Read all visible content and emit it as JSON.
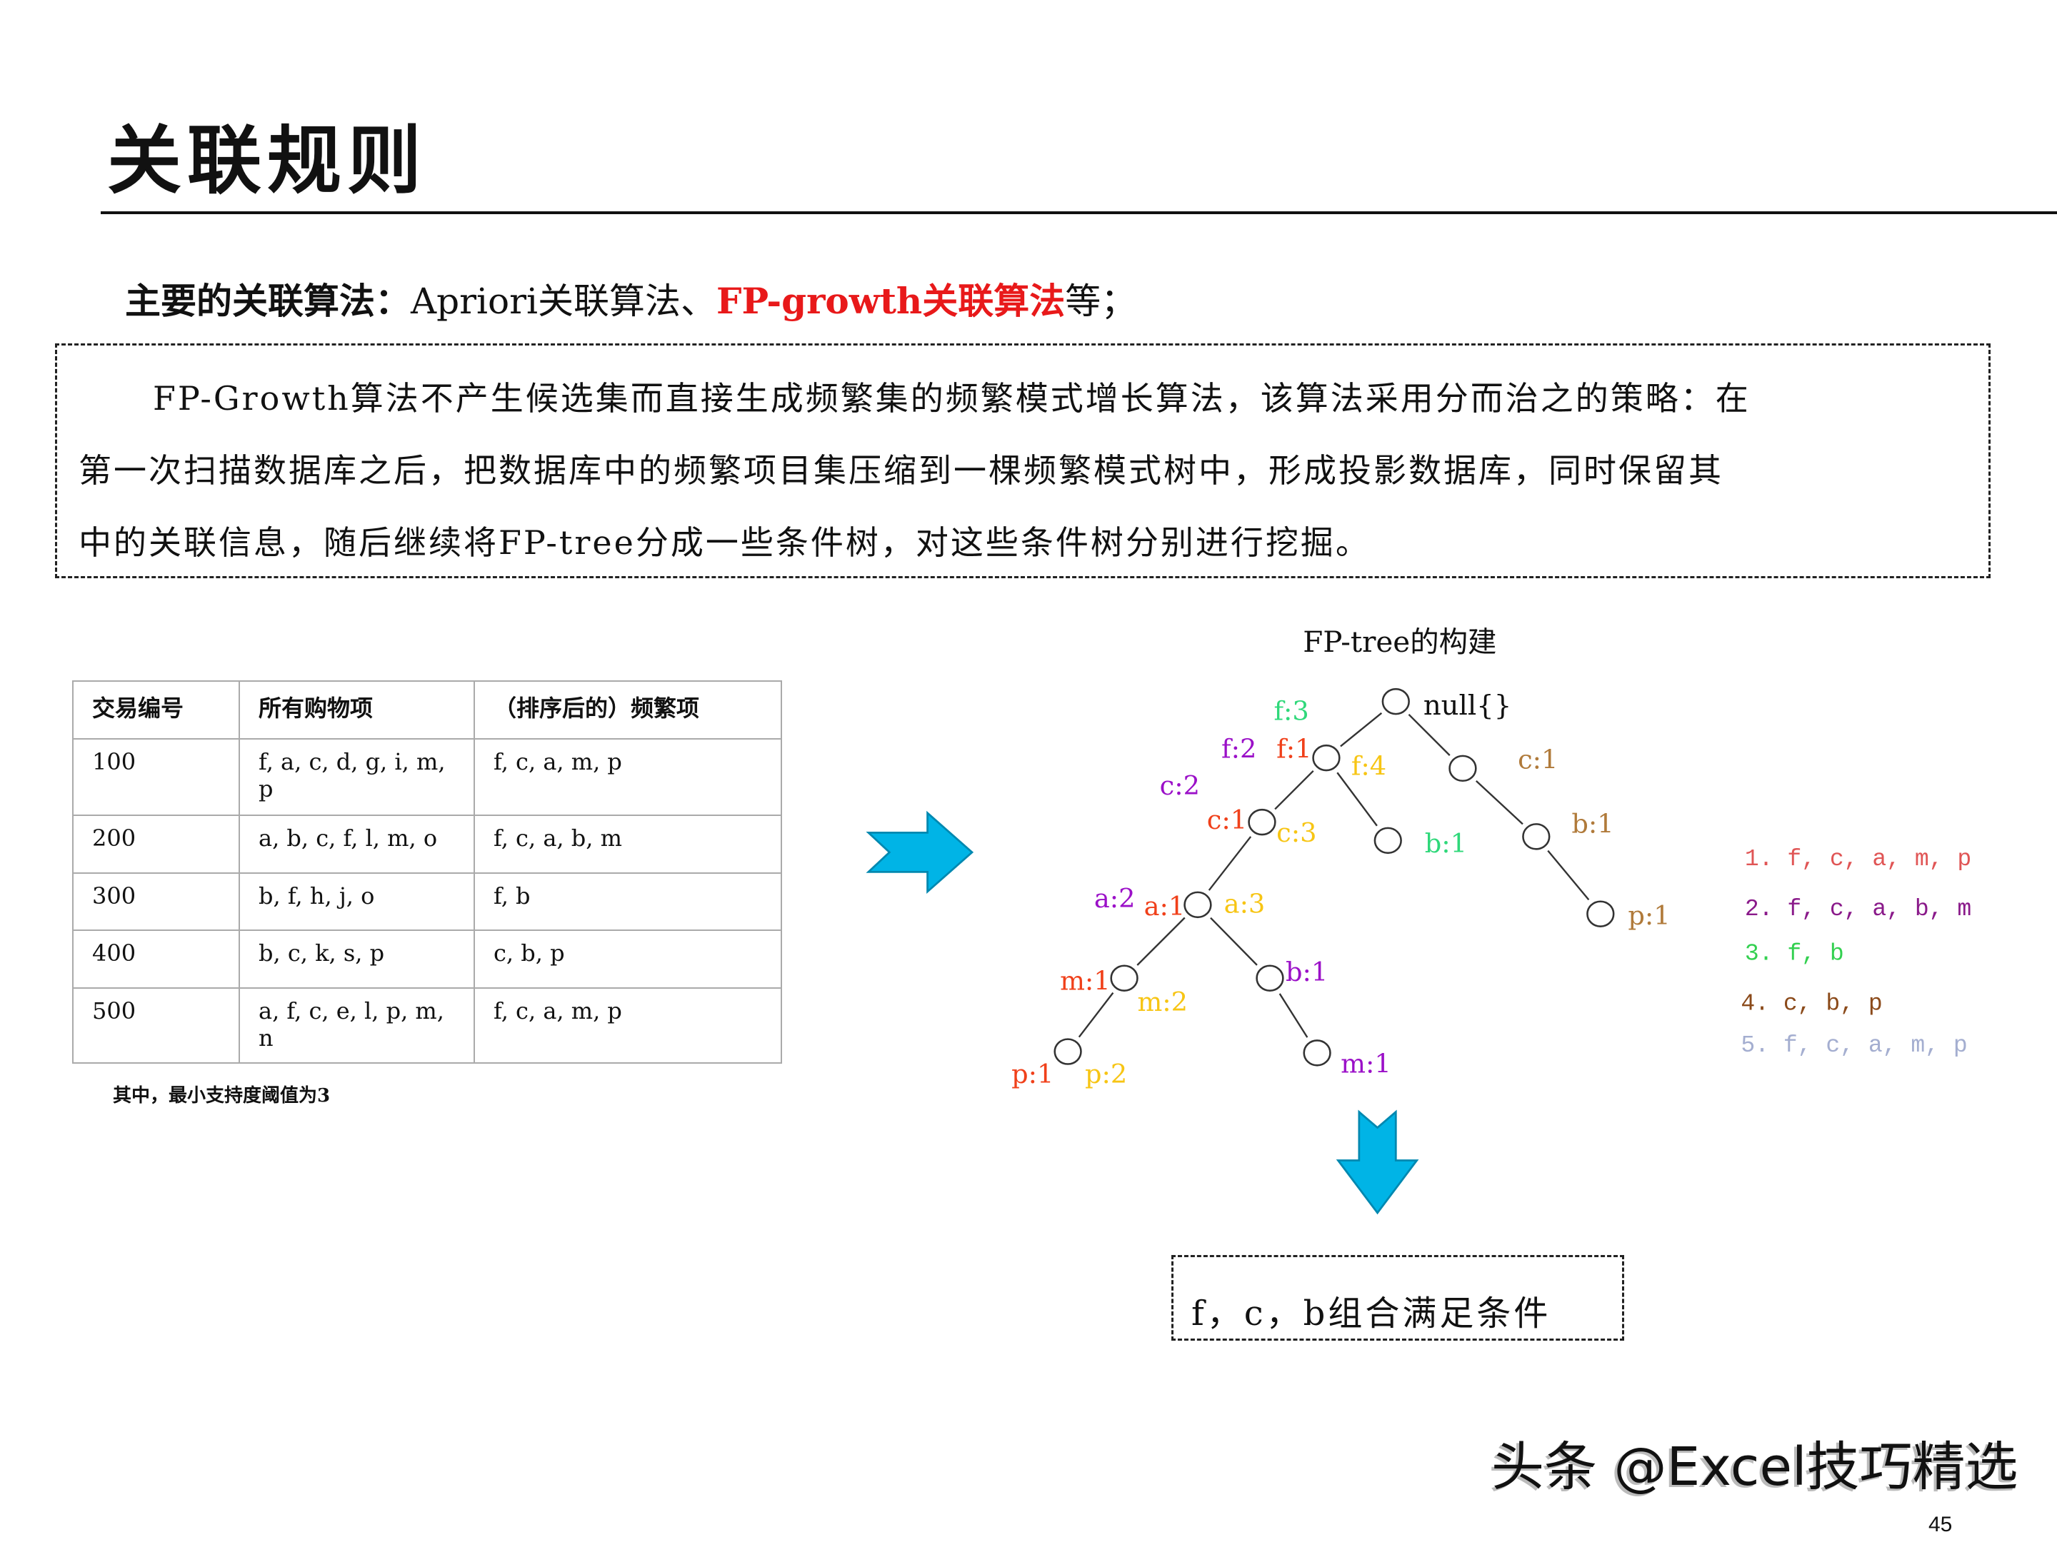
{
  "title": "关联规则",
  "subtitle": {
    "label": "主要的关联算法：",
    "apriori": "Apriori关联算法、",
    "fpgrowth": "FP-growth关联算法",
    "suffix": "等；",
    "highlight_color": "#e8191a"
  },
  "intro": {
    "lines": [
      "FP-Growth算法不产生候选集而直接生成频繁集的频繁模式增长算法，该算法采用分而治之的策略：在",
      "第一次扫描数据库之后，把数据库中的频繁项目集压缩到一棵频繁模式树中，形成投影数据库，同时保留其",
      "中的关联信息，随后继续将FP-tree分成一些条件树，对这些条件树分别进行挖掘。"
    ]
  },
  "table": {
    "headers": [
      "交易编号",
      "所有购物项",
      "（排序后的）频繁项"
    ],
    "rows": [
      [
        "100",
        "f, a, c, d, g, i, m, p",
        "f, c, a, m, p"
      ],
      [
        "200",
        "a, b, c, f, l, m, o",
        "f, c, a, b, m"
      ],
      [
        "300",
        "b, f, h, j, o",
        "f, b"
      ],
      [
        "400",
        "b, c, k, s, p",
        "c, b, p"
      ],
      [
        "500",
        "a, f, c, e, l, p, m, n",
        "f, c, a, m, p"
      ]
    ],
    "note": "其中，最小支持度阈值为3"
  },
  "tree": {
    "title": "FP-tree的构建",
    "root_label": "null{}",
    "labels": [
      {
        "text": "f:3",
        "color": "#2fd87a"
      },
      {
        "text": "f:2",
        "color": "#9b10c8"
      },
      {
        "text": "f:1",
        "color": "#f0401a"
      },
      {
        "text": "f:4",
        "color": "#f7c514"
      },
      {
        "text": "c:1",
        "color": "#b07a3a"
      },
      {
        "text": "c:2",
        "color": "#9b10c8"
      },
      {
        "text": "c:1",
        "color": "#f0401a"
      },
      {
        "text": "c:3",
        "color": "#f7c514"
      },
      {
        "text": "b:1",
        "color": "#2fd87a"
      },
      {
        "text": "b:1",
        "color": "#b07a3a"
      },
      {
        "text": "a:2",
        "color": "#9b10c8"
      },
      {
        "text": "a:1",
        "color": "#f0401a"
      },
      {
        "text": "a:3",
        "color": "#f7c514"
      },
      {
        "text": "p:1",
        "color": "#b07a3a"
      },
      {
        "text": "m:1",
        "color": "#f0401a"
      },
      {
        "text": "m:2",
        "color": "#f7c514"
      },
      {
        "text": "b:1",
        "color": "#9b10c8"
      },
      {
        "text": "p:1",
        "color": "#f0401a"
      },
      {
        "text": "p:2",
        "color": "#f7c514"
      },
      {
        "text": "m:1",
        "color": "#9b10c8"
      }
    ]
  },
  "transactions_list": [
    {
      "text": "1. f, c, a, m, p",
      "color": "#e05555"
    },
    {
      "text": "2. f, c, a, b, m",
      "color": "#8a1a8a"
    },
    {
      "text": "3. f, b",
      "color": "#33d050"
    },
    {
      "text": "4. c, b, p",
      "color": "#8b4a1a"
    },
    {
      "text": "5. f, c, a, m, p",
      "color": "#a4aed0"
    }
  ],
  "arrow_color": "#00b4e6",
  "result": "f，c，b组合满足条件",
  "watermark": "头条 @Excel技巧精选",
  "page_number": "45"
}
